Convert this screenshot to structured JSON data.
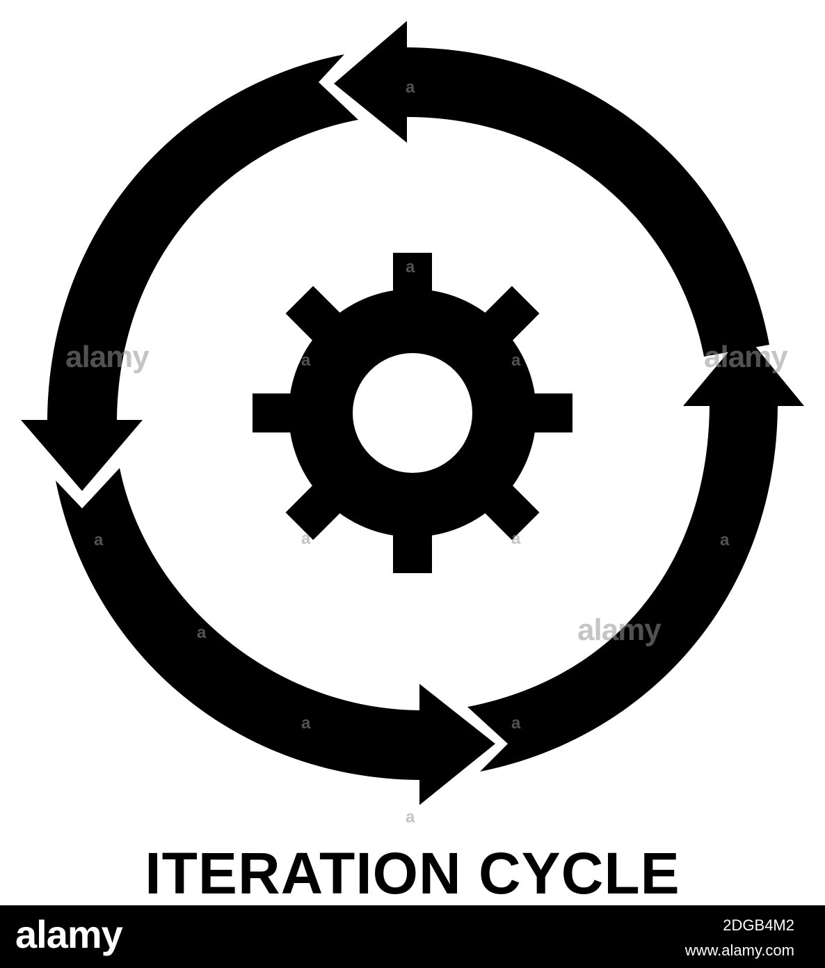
{
  "caption": "ITERATION CYCLE",
  "footer": {
    "logo": "alamy",
    "image_id": "2DGB4M2",
    "url": "www.alamy.com"
  },
  "watermark": {
    "word": "alamy",
    "letter": "a"
  },
  "colors": {
    "ink": "#000000",
    "background": "#ffffff",
    "footer": "#000000",
    "watermark": "#969696"
  },
  "icons": [
    "cycle-arrows-icon",
    "gear-icon"
  ]
}
